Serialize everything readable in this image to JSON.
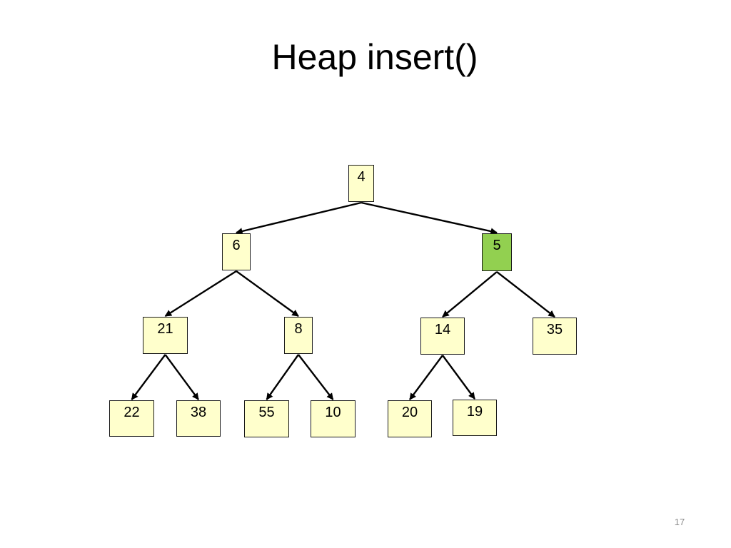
{
  "slide": {
    "title": "Heap insert()",
    "page_number": "17"
  },
  "colors": {
    "node_fill": "#ffffcc",
    "highlight_fill": "#92d050",
    "edge": "#000000"
  },
  "tree": {
    "nodes": [
      {
        "id": "n4",
        "label": "4",
        "highlighted": false
      },
      {
        "id": "n6",
        "label": "6",
        "highlighted": false
      },
      {
        "id": "n5",
        "label": "5",
        "highlighted": true
      },
      {
        "id": "n21",
        "label": "21",
        "highlighted": false
      },
      {
        "id": "n8",
        "label": "8",
        "highlighted": false
      },
      {
        "id": "n14",
        "label": "14",
        "highlighted": false
      },
      {
        "id": "n35",
        "label": "35",
        "highlighted": false
      },
      {
        "id": "n22",
        "label": "22",
        "highlighted": false
      },
      {
        "id": "n38",
        "label": "38",
        "highlighted": false
      },
      {
        "id": "n55",
        "label": "55",
        "highlighted": false
      },
      {
        "id": "n10",
        "label": "10",
        "highlighted": false
      },
      {
        "id": "n20",
        "label": "20",
        "highlighted": false
      },
      {
        "id": "n19",
        "label": "19",
        "highlighted": false
      }
    ],
    "edges": [
      {
        "from": "n4",
        "to": "n6"
      },
      {
        "from": "n4",
        "to": "n5"
      },
      {
        "from": "n6",
        "to": "n21"
      },
      {
        "from": "n6",
        "to": "n8"
      },
      {
        "from": "n5",
        "to": "n14"
      },
      {
        "from": "n5",
        "to": "n35"
      },
      {
        "from": "n21",
        "to": "n22"
      },
      {
        "from": "n21",
        "to": "n38"
      },
      {
        "from": "n8",
        "to": "n55"
      },
      {
        "from": "n8",
        "to": "n10"
      },
      {
        "from": "n14",
        "to": "n20"
      },
      {
        "from": "n14",
        "to": "n19"
      }
    ]
  }
}
